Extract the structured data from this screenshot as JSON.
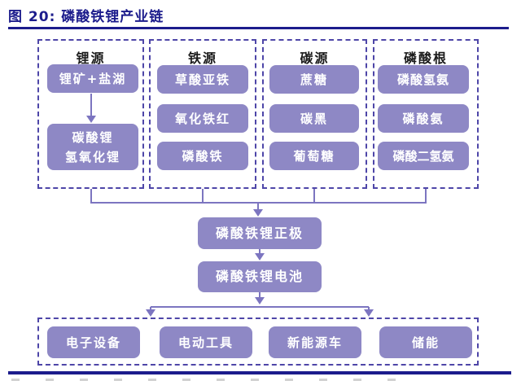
{
  "title": "图 20: 磷酸铁锂产业链",
  "colors": {
    "accent_navy": "#1c1c8c",
    "node_fill": "#8e88c5",
    "dashed_border": "#4e46a8",
    "connector": "#7c75c0",
    "node_text": "#ffffff",
    "header_text": "#1a1a1a"
  },
  "source_columns": [
    {
      "header": "锂源",
      "items": [
        {
          "lines": [
            "锂矿+盐湖"
          ]
        },
        {
          "lines": [
            "碳酸锂",
            "氢氧化锂"
          ]
        }
      ]
    },
    {
      "header": "铁源",
      "items": [
        {
          "lines": [
            "草酸亚铁"
          ]
        },
        {
          "lines": [
            "氧化铁红"
          ]
        },
        {
          "lines": [
            "磷酸铁"
          ]
        }
      ]
    },
    {
      "header": "碳源",
      "items": [
        {
          "lines": [
            "蔗糖"
          ]
        },
        {
          "lines": [
            "碳黑"
          ]
        },
        {
          "lines": [
            "葡萄糖"
          ]
        }
      ]
    },
    {
      "header": "磷酸根",
      "items": [
        {
          "lines": [
            "磷酸氢氨"
          ]
        },
        {
          "lines": [
            "磷酸氨"
          ]
        },
        {
          "lines": [
            "磷酸二氢氨"
          ]
        }
      ]
    }
  ],
  "midstream": {
    "cathode": "磷酸铁锂正极",
    "battery": "磷酸铁锂电池"
  },
  "applications": [
    "电子设备",
    "电动工具",
    "新能源车",
    "储能"
  ]
}
